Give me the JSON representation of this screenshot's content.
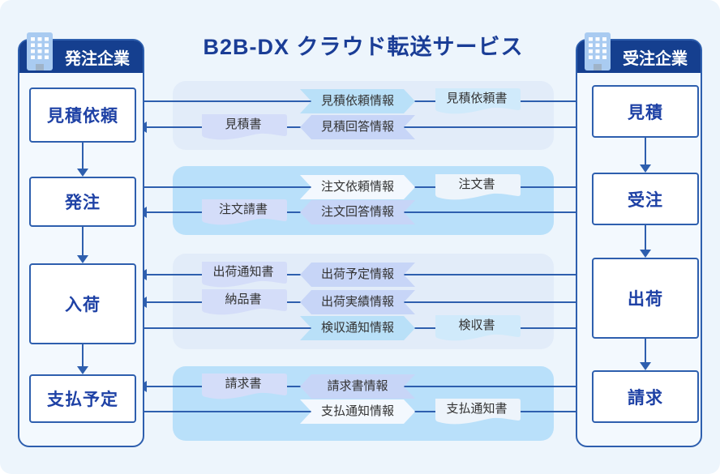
{
  "title": "B2B-DX クラウド転送サービス",
  "left_panel": {
    "header": "発注企業",
    "icon": "building-icon",
    "boxes": [
      "見積依頼",
      "発注",
      "入荷",
      "支払予定"
    ]
  },
  "right_panel": {
    "header": "受注企業",
    "icon": "building-icon",
    "boxes": [
      "見積",
      "受注",
      "出荷",
      "請求"
    ]
  },
  "bands": [
    {
      "rows": [
        {
          "direction": "right",
          "tag": "見積依頼情報",
          "doc": "見積依頼書"
        },
        {
          "direction": "left",
          "doc": "見積書",
          "tag": "見積回答情報"
        }
      ]
    },
    {
      "rows": [
        {
          "direction": "right",
          "tag": "注文依頼情報",
          "doc": "注文書"
        },
        {
          "direction": "left",
          "doc": "注文請書",
          "tag": "注文回答情報"
        }
      ]
    },
    {
      "rows": [
        {
          "direction": "left",
          "doc": "出荷通知書",
          "tag": "出荷予定情報"
        },
        {
          "direction": "left",
          "doc": "納品書",
          "tag": "出荷実績情報"
        },
        {
          "direction": "right",
          "tag": "検収通知情報",
          "doc": "検収書"
        }
      ]
    },
    {
      "rows": [
        {
          "direction": "left",
          "doc": "請求書",
          "tag": "請求書情報"
        },
        {
          "direction": "right",
          "tag": "支払通知情報",
          "doc": "支払通知書"
        }
      ]
    }
  ],
  "colors": {
    "page_bg": "#edf5fc",
    "accent_blue": "#2e5fae",
    "navy_header": "#153f8f",
    "title_blue": "#1a3d96",
    "box_text_blue": "#1e41a5",
    "band_light": "#e2ecf9",
    "band_dark": "#b9e0fa",
    "shape_cyan": "#b9e0f8",
    "shape_cyan_light": "#d0eafb",
    "shape_lavender": "#c7d5f7",
    "shape_lavender_light": "#d4ddf9",
    "shape_white": "#f3f8fe",
    "shape_white_light": "#edf4fb",
    "building_icon_fill": "#a9cbf1"
  }
}
